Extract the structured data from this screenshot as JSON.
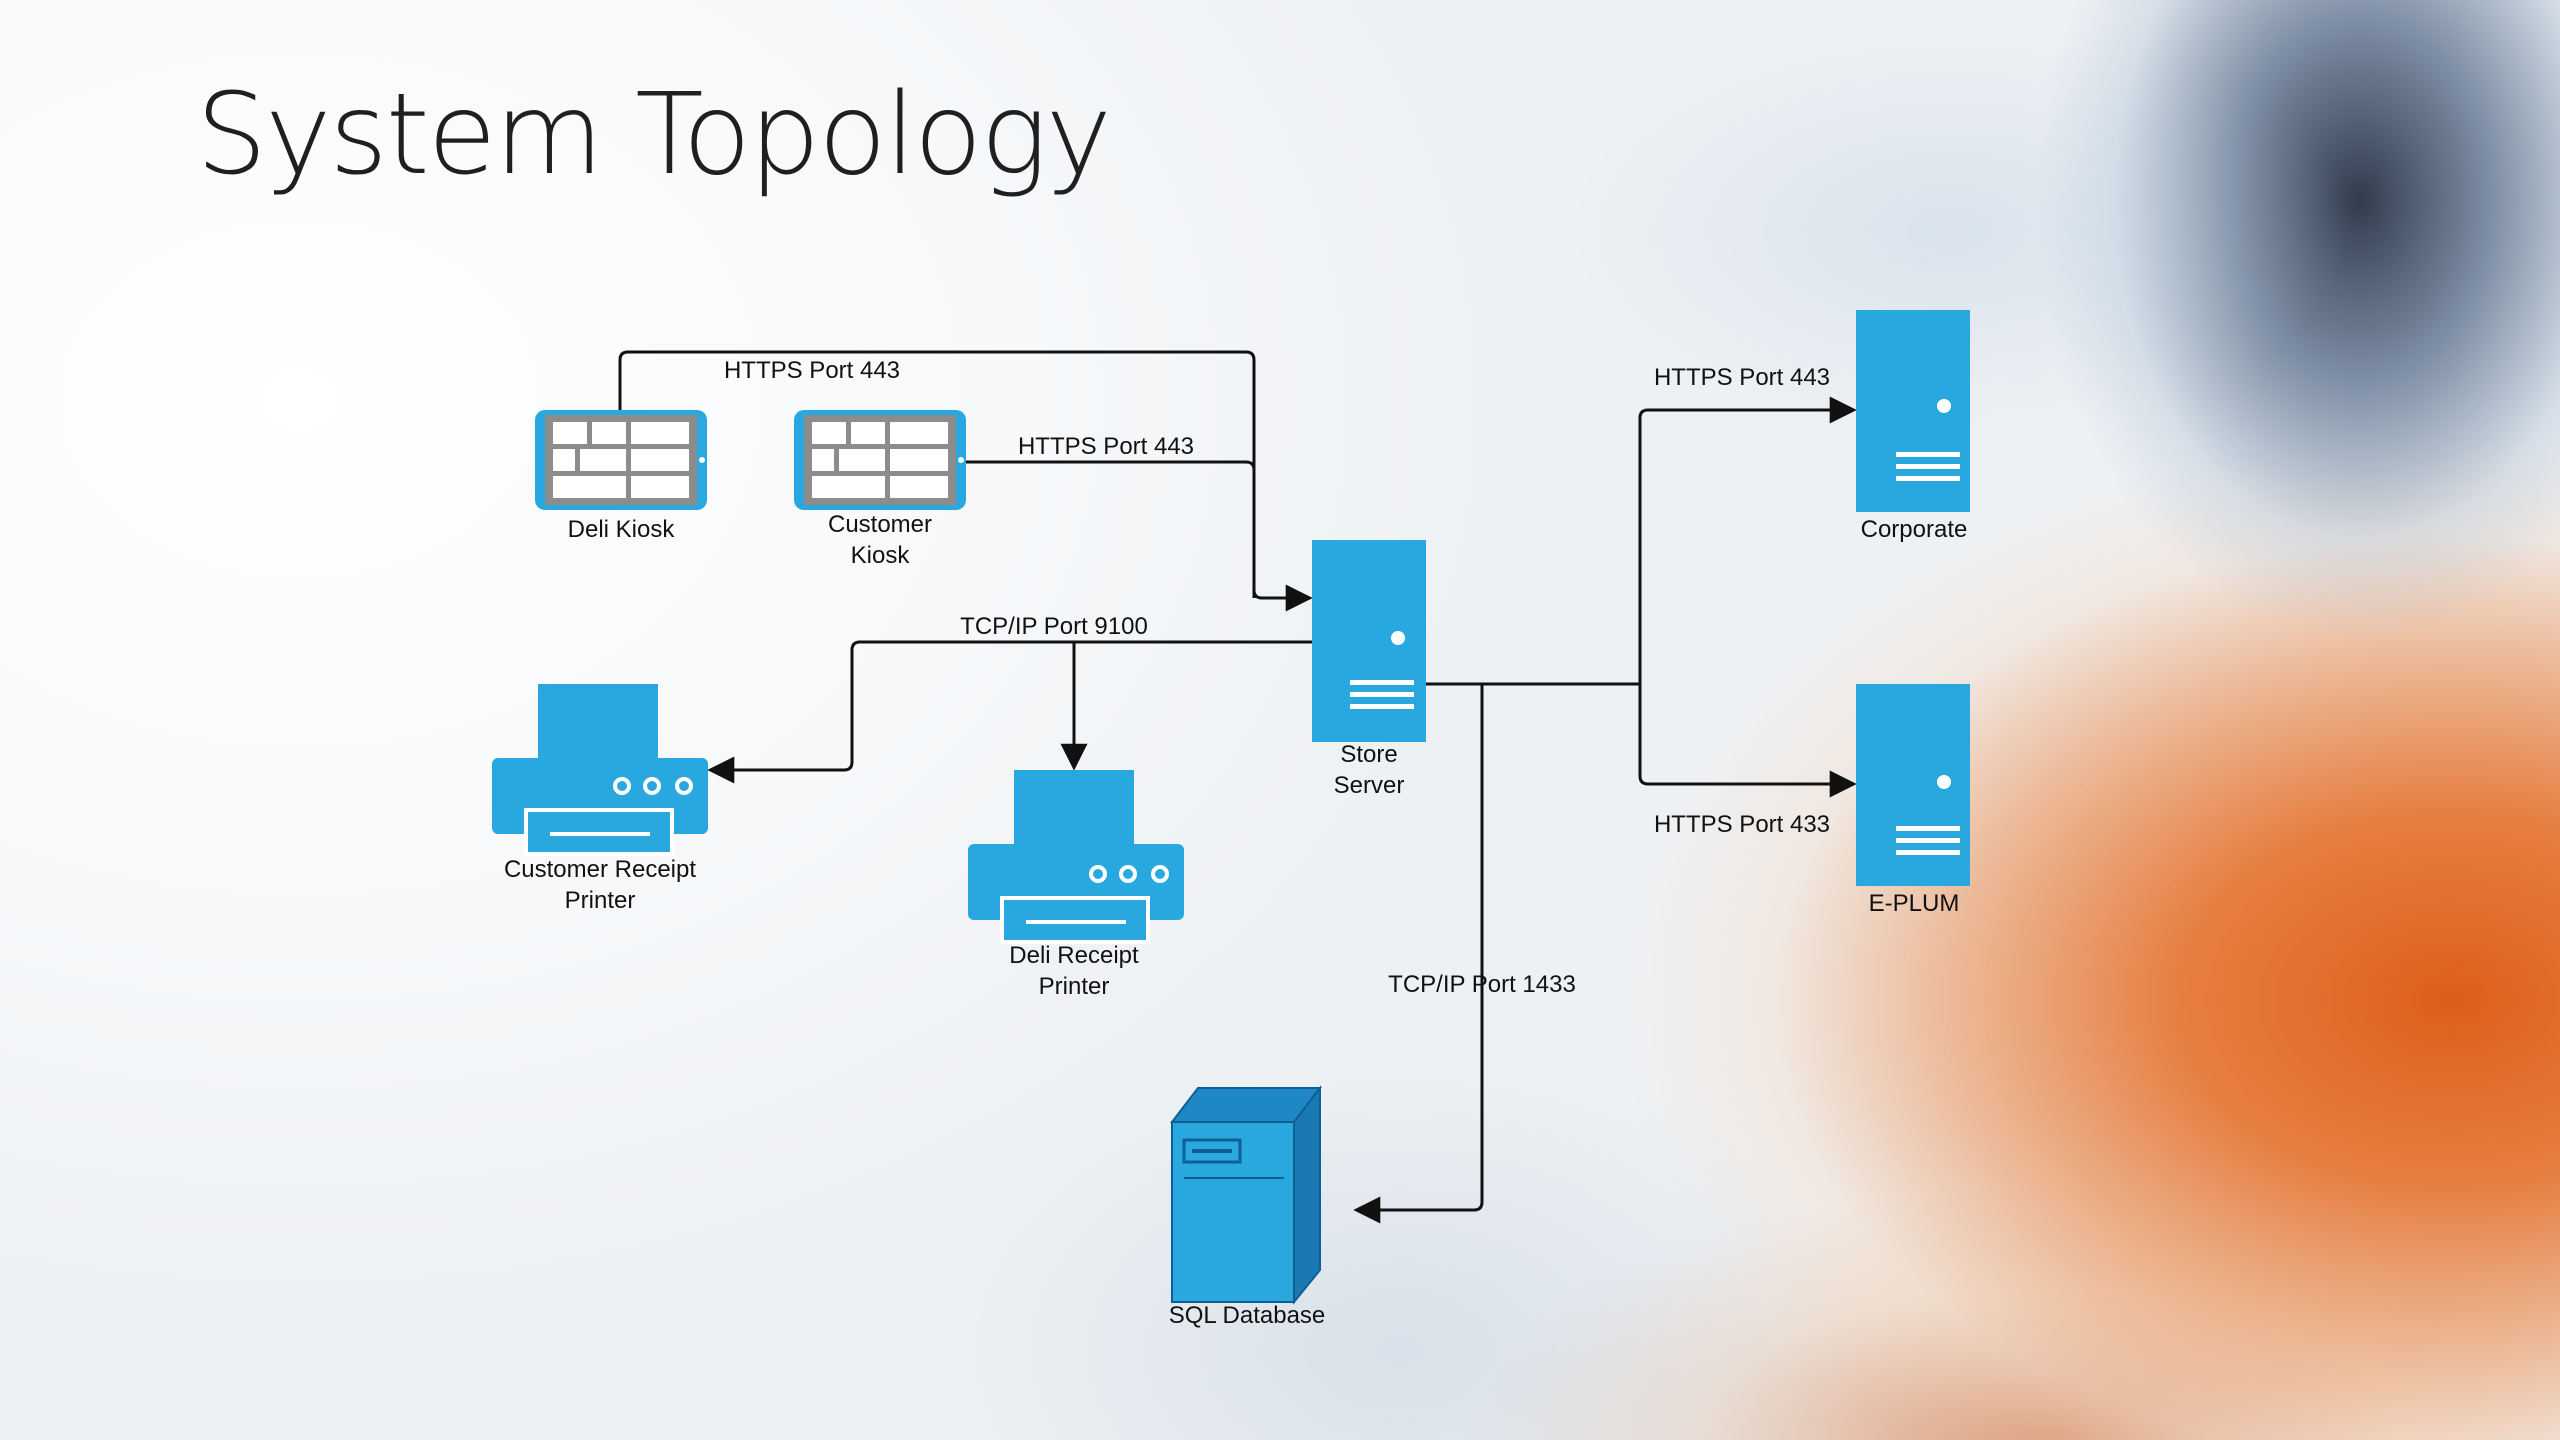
{
  "slide": {
    "title": "System Topology"
  },
  "colors": {
    "device_fill": "#29a8e0",
    "device_fill_dark": "#1e88c7",
    "line": "#111111",
    "kiosk_gray": "#8c8c8c"
  },
  "nodes": {
    "deli_kiosk": "Deli Kiosk",
    "customer_kiosk": [
      "Customer",
      "Kiosk"
    ],
    "store_server": [
      "Store",
      "Server"
    ],
    "corporate": "Corporate",
    "e_plum": "E-PLUM",
    "customer_receipt_printer": [
      "Customer Receipt",
      "Printer"
    ],
    "deli_receipt_printer": [
      "Deli Receipt",
      "Printer"
    ],
    "sql_database": "SQL Database"
  },
  "connections": {
    "deli_kiosk_to_server": "HTTPS Port 443",
    "customer_kiosk_to_server": "HTTPS Port 443",
    "server_to_printers": "TCP/IP Port 9100",
    "server_to_corporate": "HTTPS Port 443",
    "server_to_eplum": "HTTPS Port 433",
    "server_to_sql": "TCP/IP Port 1433"
  }
}
